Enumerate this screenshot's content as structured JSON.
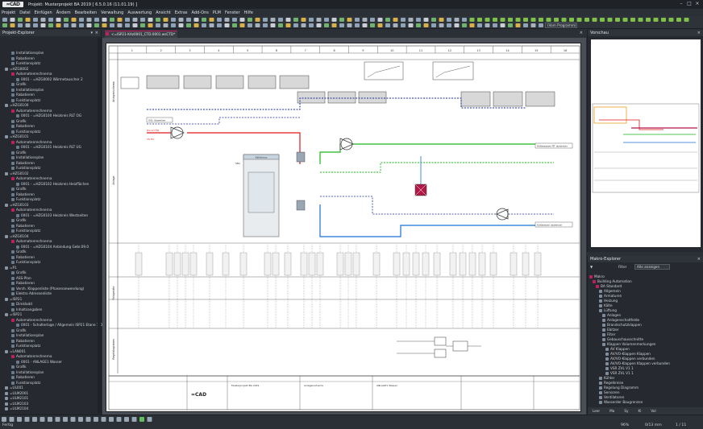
{
  "app": {
    "logo": "=CAD",
    "title": "Projekt: Musterprojekt BA 2019   [ 6.5.0.16 (11.01.19) ]"
  },
  "menu": [
    "Projekt",
    "Datei",
    "Einfügen",
    "Ändern",
    "Bearbeiten",
    "Verwaltung",
    "Auswertung",
    "Ansicht",
    "Extras",
    "Add-Ons",
    "PLM",
    "Fenster",
    "Hilfe"
  ],
  "toolbar": {
    "program_select": "(Vom Programm)"
  },
  "left_panel": {
    "title": "Projekt-Explorer",
    "items": [
      "Installationsplan",
      "Rabatieren",
      "Funktionsplatz",
      "=HZG0002",
      "Automatenrechnerna",
      "0001 - =HZG0002 Wärmetauscher 2",
      "Grafik",
      "Installationsplan",
      "Rabatieren",
      "Funktionsplatz",
      "=HZG0100",
      "Automatenrechnerna",
      "0001 - =HZG0100 Heizkreis RLT OG",
      "Grafik",
      "Rabatieren",
      "Funktionsplatz",
      "=HZG0101",
      "Automatenrechnerna",
      "0001 - =HZG0101 Heizkreis RLT UG",
      "Grafik",
      "Installationsplan",
      "Rabatieren",
      "Funktionsplatz",
      "=HZG0102",
      "Automatenrechnerna",
      "0001 - =HZG0102 Heizkreis Heizflächen",
      "Grafik",
      "Rabatieren",
      "Funktionsplatz",
      "=HZG0103",
      "Automatenrechnerna",
      "0001 - =HZG0103 Heizkreis Westseiten",
      "Grafik",
      "Rabatieren",
      "Funktionsplatz",
      "=HZG0104",
      "Automatenrechnerna",
      "0001 - =HZG0104 Anbindung Gebr.09.0",
      "Grafik",
      "Rabatieren",
      "Funktionsplatz",
      "=P1",
      "Grafik",
      "ASS-Plan",
      "Rabatieren",
      "Versh. Klappenliste (Phasenanwendung)",
      "Elektro Adressenliste",
      "=ISP21",
      "Dimkladd",
      "Inhaltsangaben",
      "=ISP21",
      "Automatenrechnerna",
      "0001 - Schalterlage / Allgemein ISP21 Etane 1 OG",
      "Grafik",
      "Installationsplan",
      "Rabatieren",
      "Funktionsplatz",
      "=LAN001",
      "Automatenrechnerna",
      "0001 - ANLAGE1 Wasser",
      "Grafik",
      "Installationsplan",
      "Rabatieren",
      "Funktionsplatz",
      "=UL001",
      "=ULM2001",
      "=ULM2101",
      "=ULM2103",
      "=ULM2104"
    ]
  },
  "document_tab": "<=ISP21-KAz0001_CTD.0001.wsCTD*",
  "preview_panel": {
    "title": "Vorschau"
  },
  "makro_panel": {
    "title": "Makro-Explorer",
    "filter_label": "Filter",
    "filter_value": "Alle anzeigen",
    "tree": [
      "Makro",
      "Building Automation",
      "BA Standard",
      "Allgemein",
      "Armaturen",
      "Heizung",
      "Kälte",
      "Lüftung",
      "Anlagen",
      "Anlagenschaltfelde",
      "Brandschutzklappen",
      "Ebitzer",
      "Filter",
      "Gebauschausschnitte",
      "Klappen Volumenmerkungen",
      "AV Klappen",
      "AV/VO-Klappen Klappen",
      "AV/VO-Klappen verbunden",
      "AV/VO-Klappen Klappen verbunden",
      "VSR ZVL V1 1",
      "VSR ZVL V1 1",
      "Kühler",
      "Regelkreise",
      "Regelung Diagramm",
      "Sensoren",
      "Ventilatoren",
      "Wasserder Baugrenzen"
    ],
    "tabs": [
      "Leer",
      "Ma",
      "Sy",
      "Kl",
      "Vol"
    ]
  },
  "status": {
    "left": "Fertig",
    "zoom": "96%",
    "page": "0/13 mm",
    "sheet_index": "1  /  11"
  },
  "drawing": {
    "columns": [
      "1",
      "2",
      "3",
      "4",
      "5",
      "6",
      "7",
      "8",
      "9",
      "10",
      "11",
      "12",
      "13",
      "14",
      "15",
      "16"
    ],
    "labels": {
      "left_bar_top": "Anlagenschema",
      "left_bar_mid": "Anlage",
      "left_bar_low": "Feldgeräte",
      "left_bar_bottom": "Regeldiagramm",
      "ahu_label": "Kältehaus",
      "ahu_tag": "SN1",
      "inlet_1": "Zu/ LÜ TW",
      "inlet_2": "VS Hrl",
      "outlet_right_top": "Kältewasser RT abwerber",
      "outlet_right_bottom": "Kaltwasser abwerber",
      "outlet_left_top": "VOL Abwerber",
      "title_block_project": "Musterprojekt BA 2019",
      "title_block_drawing": "Anlagenschema",
      "title_block_system": "ANLAGE1 Wasser",
      "title_block_firm": "=CAD"
    },
    "colors": {
      "red": "#e01818",
      "green": "#18b818",
      "blue": "#1a6fd8",
      "darkblue": "#1a2f9a",
      "magenta": "#b01848"
    }
  }
}
